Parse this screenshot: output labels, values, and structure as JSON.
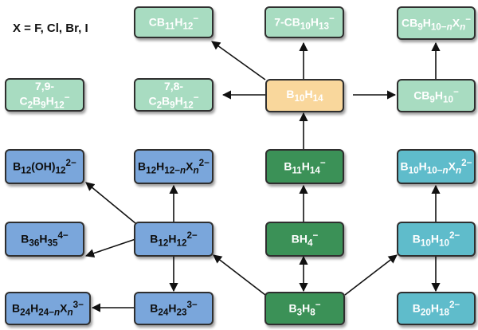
{
  "legend": "X = F, Cl, Br, I",
  "colors": {
    "green_light": "#a8dcc1",
    "green_dark": "#3b9157",
    "blue": "#7aa6db",
    "teal": "#5fbccb",
    "orange": "#f9d79c",
    "arrow": "#111111"
  },
  "nodes": {
    "cb11h12": "CB<sub>11</sub>H<sub>12</sub><sup>−</sup>",
    "cb10h13": "7-CB<sub>10</sub>H<sub>13</sub><sup>−</sup>",
    "cb9h10x": "CB<sub>9</sub>H<sub>10−<i>n</i></sub>X<sub><i>n</i></sub><sup>−</sup>",
    "c2b9h12_79": "7,9-<br>C<sub>2</sub>B<sub>9</sub>H<sub>12</sub><sup>−</sup>",
    "c2b9h12_78": "7,8-<br>C<sub>2</sub>B<sub>9</sub>H<sub>12</sub><sup>−</sup>",
    "b10h14": "B<sub>10</sub>H<sub>14</sub>",
    "cb9h10": "CB<sub>9</sub>H<sub>10</sub><sup>−</sup>",
    "b12oh12": "B<sub>12</sub>(OH)<sub>12</sub><sup>2−</sup>",
    "b12h12x": "B<sub>12</sub>H<sub>12−<i>n</i></sub>X<sub><i>n</i></sub><sup>2−</sup>",
    "b11h14": "B<sub>11</sub>H<sub>14</sub><sup>−</sup>",
    "b10h10x": "B<sub>10</sub>H<sub>10−<i>n</i></sub>X<sub><i>n</i></sub><sup>2−</sup>",
    "b36h35": "B<sub>36</sub>H<sub>35</sub><sup>4−</sup>",
    "b12h12": "B<sub>12</sub>H<sub>12</sub><sup>2−</sup>",
    "bh4": "BH<sub>4</sub><sup>−</sup>",
    "b10h10": "B<sub>10</sub>H<sub>10</sub><sup>2−</sup>",
    "b24h24x": "B<sub>24</sub>H<sub>24−<i>n</i></sub>X<sub><i>n</i></sub><sup>3−</sup>",
    "b24h23": "B<sub>24</sub>H<sub>23</sub><sup>3−</sup>",
    "b3h8": "B<sub>3</sub>H<sub>8</sub><sup>−</sup>",
    "b20h18": "B<sub>20</sub>H<sub>18</sub><sup>2−</sup>"
  }
}
